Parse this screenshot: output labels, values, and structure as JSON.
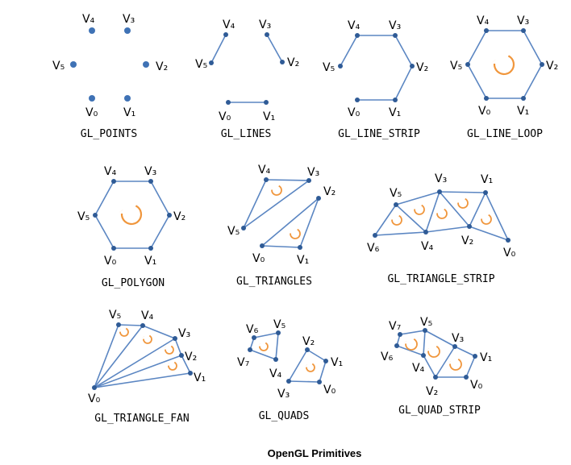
{
  "title": "OpenGL Primitives",
  "colors": {
    "line": "#5b86c2",
    "vertex": "#2f5b96",
    "arrow": "#f0963c",
    "text": "#000000"
  },
  "diagrams": [
    {
      "name": "GL_POINTS",
      "labels": [
        "V₀",
        "V₁",
        "V₂",
        "V₃",
        "V₄",
        "V₅"
      ]
    },
    {
      "name": "GL_LINES",
      "labels": [
        "V₀",
        "V₁",
        "V₂",
        "V₃",
        "V₄",
        "V₅"
      ]
    },
    {
      "name": "GL_LINE_STRIP",
      "labels": [
        "V₀",
        "V₁",
        "V₂",
        "V₃",
        "V₄",
        "V₅"
      ]
    },
    {
      "name": "GL_LINE_LOOP",
      "labels": [
        "V₀",
        "V₁",
        "V₂",
        "V₃",
        "V₄",
        "V₅"
      ]
    },
    {
      "name": "GL_POLYGON",
      "labels": [
        "V₀",
        "V₁",
        "V₂",
        "V₃",
        "V₄",
        "V₅"
      ]
    },
    {
      "name": "GL_TRIANGLES",
      "labels": [
        "V₀",
        "V₁",
        "V₂",
        "V₃",
        "V₄",
        "V₅"
      ]
    },
    {
      "name": "GL_TRIANGLE_STRIP",
      "labels": [
        "V₀",
        "V₁",
        "V₂",
        "V₃",
        "V₄",
        "V₅",
        "V₆"
      ]
    },
    {
      "name": "GL_TRIANGLE_FAN",
      "labels": [
        "V₀",
        "V₁",
        "V₂",
        "V₃",
        "V₄",
        "V₅"
      ]
    },
    {
      "name": "GL_QUADS",
      "labels": [
        "V₀",
        "V₁",
        "V₂",
        "V₃",
        "V₄",
        "V₅",
        "V₆",
        "V₇"
      ]
    },
    {
      "name": "GL_QUAD_STRIP",
      "labels": [
        "V₀",
        "V₁",
        "V₂",
        "V₃",
        "V₄",
        "V₅",
        "V₆",
        "V₇"
      ]
    }
  ]
}
